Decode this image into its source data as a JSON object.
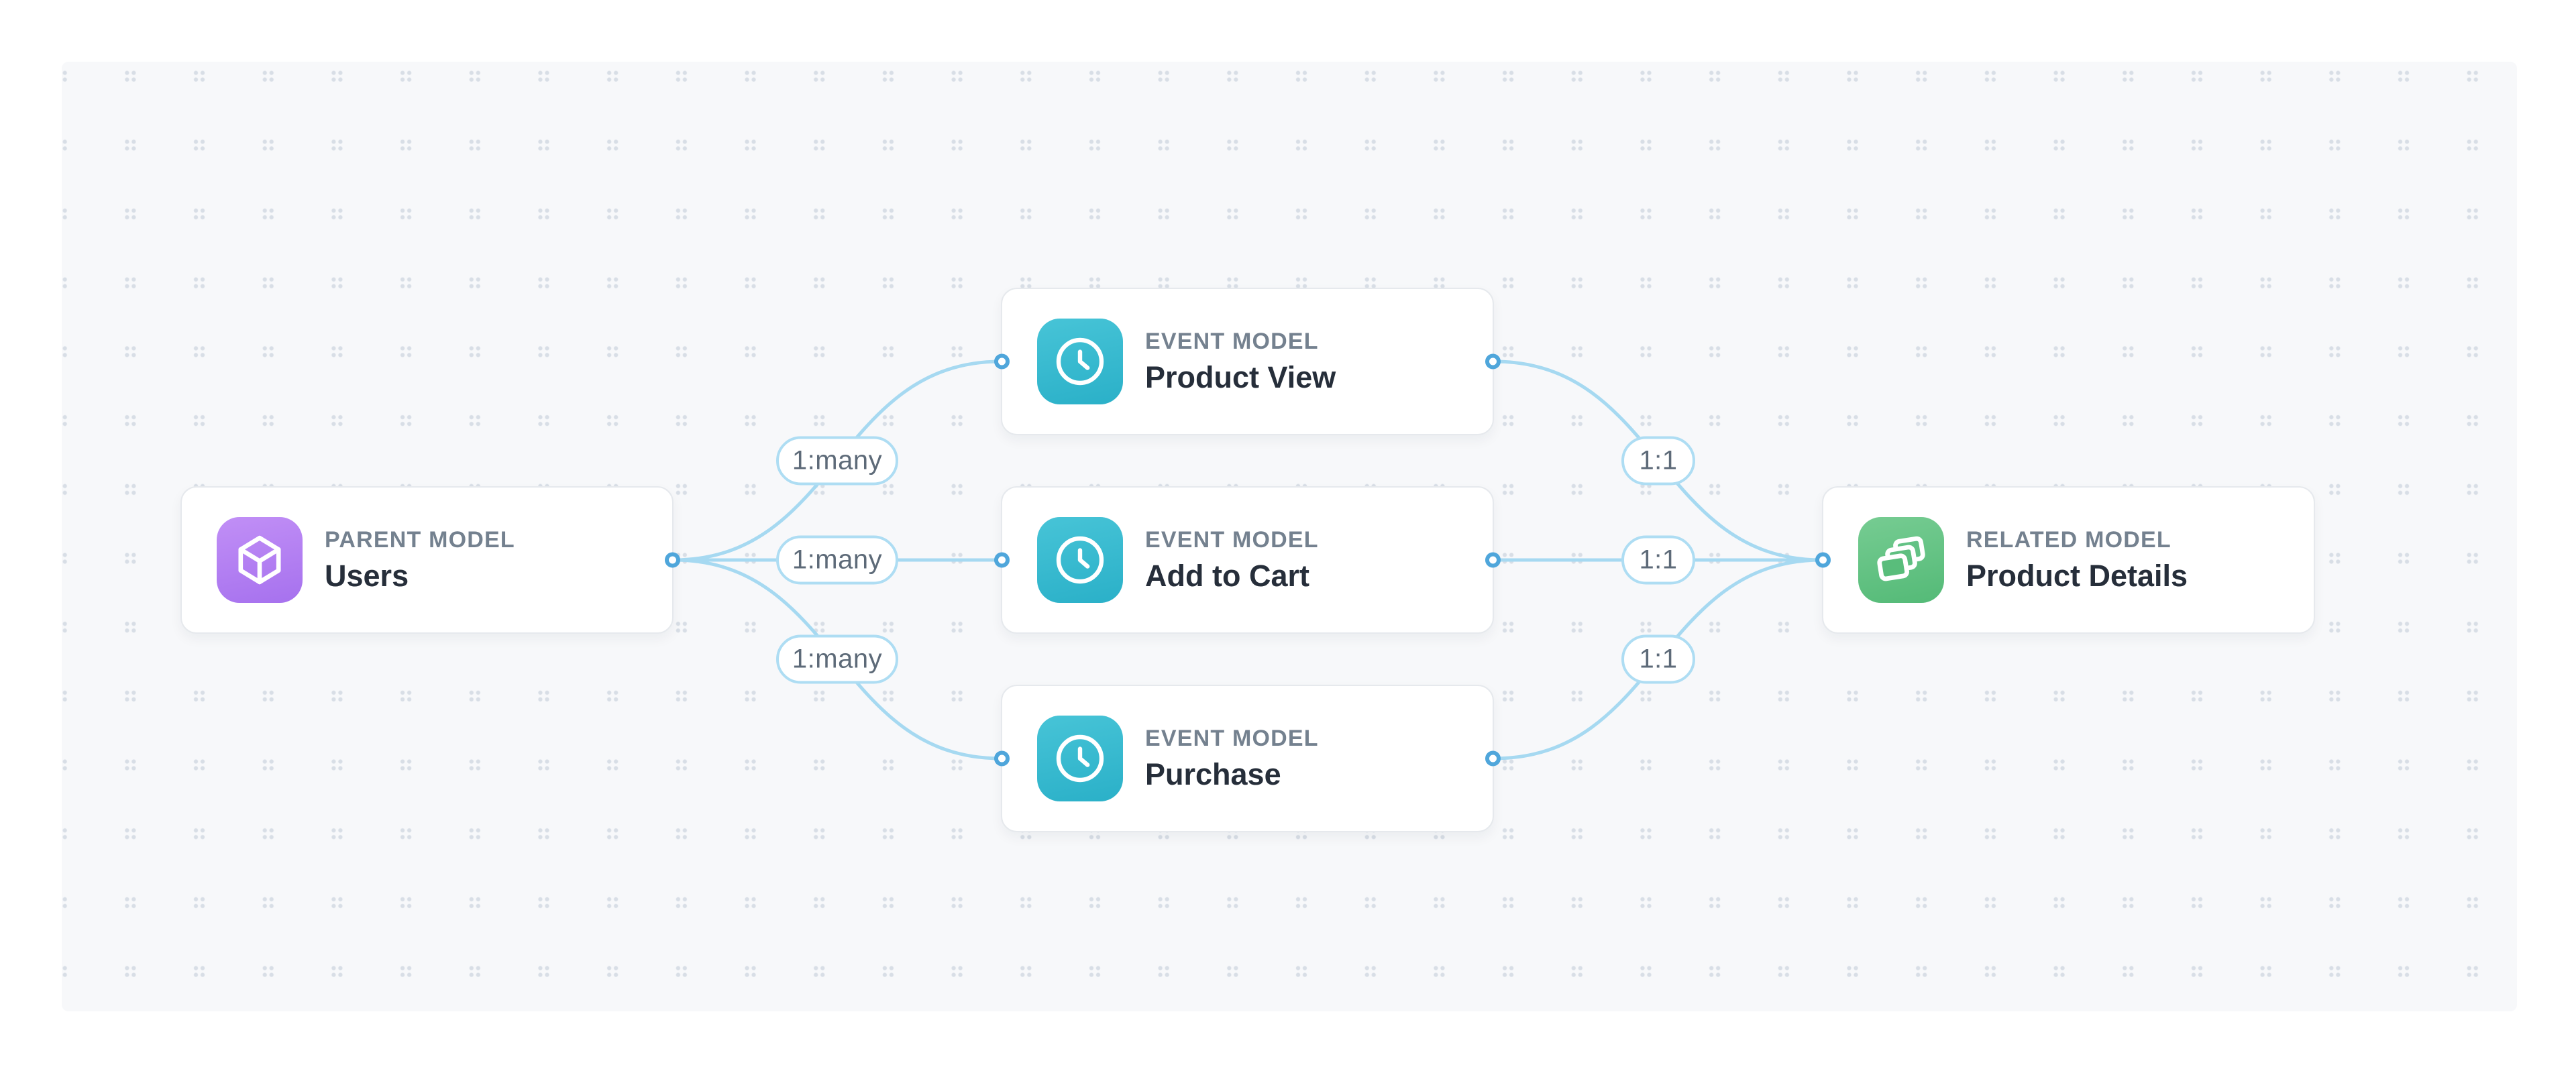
{
  "canvas": {
    "background_color": "#f7f8fa",
    "dot_color": "#d8dee6",
    "edge_color": "#a6d9f1",
    "handle_color": "#4fa6db",
    "pill_border_color": "#aeddf3",
    "pill_text_color": "#5d6a78",
    "card_border_color": "#e6e9ed",
    "type_label_color": "#74818f",
    "name_color": "#262e3a"
  },
  "nodes": {
    "parent": {
      "type_label": "PARENT MODEL",
      "name": "Users",
      "icon": "box-icon",
      "accent_from": "#c18ff6",
      "accent_to": "#a671ee"
    },
    "event1": {
      "type_label": "EVENT MODEL",
      "name": "Product View",
      "icon": "clock-icon",
      "accent_from": "#47c4d7",
      "accent_to": "#2ab0c8"
    },
    "event2": {
      "type_label": "EVENT MODEL",
      "name": "Add to Cart",
      "icon": "clock-icon",
      "accent_from": "#47c4d7",
      "accent_to": "#2ab0c8"
    },
    "event3": {
      "type_label": "EVENT MODEL",
      "name": "Purchase",
      "icon": "clock-icon",
      "accent_from": "#47c4d7",
      "accent_to": "#2ab0c8"
    },
    "related": {
      "type_label": "RELATED MODEL",
      "name": "Product Details",
      "icon": "layers-icon",
      "accent_from": "#76cc92",
      "accent_to": "#54ba77"
    }
  },
  "edge_labels": {
    "parent_to_event1": "1:many",
    "parent_to_event2": "1:many",
    "parent_to_event3": "1:many",
    "event1_to_related": "1:1",
    "event2_to_related": "1:1",
    "event3_to_related": "1:1"
  }
}
